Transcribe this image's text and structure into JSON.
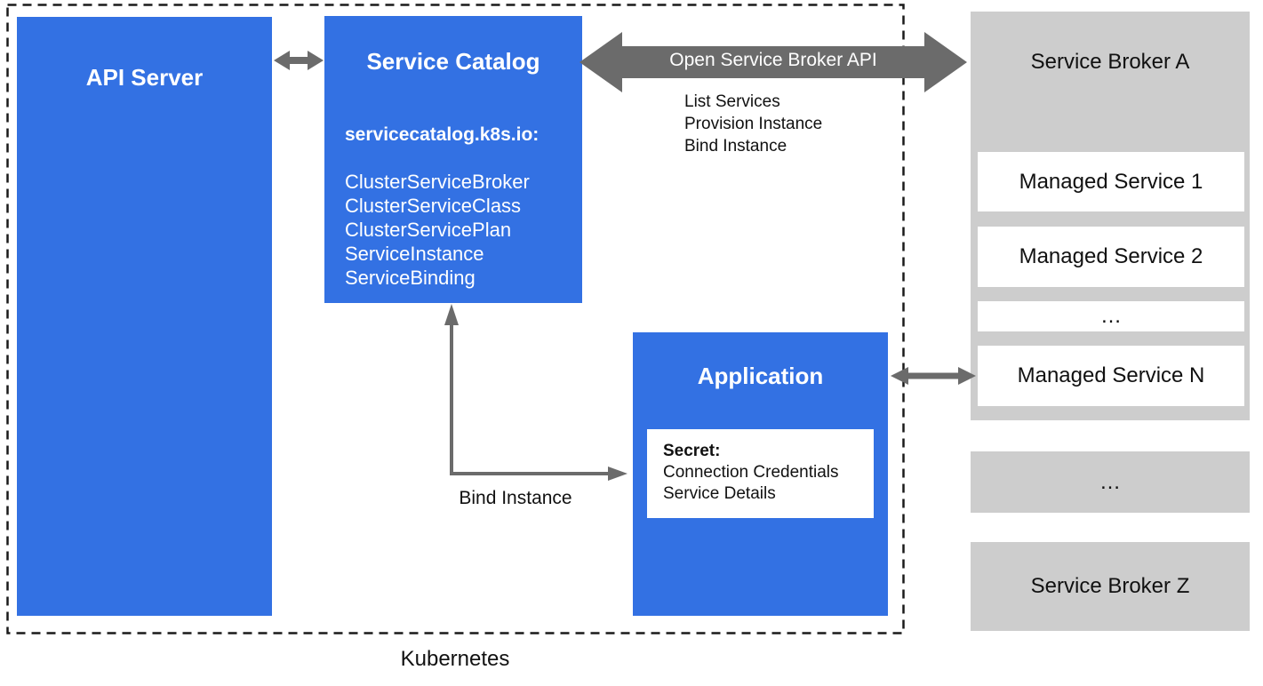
{
  "colors": {
    "blue": "#3371E3",
    "gray_box": "#CDCDCD",
    "arrow": "#6B6B6B",
    "text": "#111111"
  },
  "kubernetes_boundary": {
    "label": "Kubernetes"
  },
  "api_server": {
    "title": "API Server"
  },
  "service_catalog": {
    "title": "Service Catalog",
    "api_group": "servicecatalog.k8s.io:",
    "resources": [
      "ClusterServiceBroker",
      "ClusterServiceClass",
      "ClusterServicePlan",
      "ServiceInstance",
      "ServiceBinding"
    ]
  },
  "osb_arrow": {
    "label": "Open Service Broker API",
    "operations": [
      "List Services",
      "Provision Instance",
      "Bind Instance"
    ]
  },
  "application": {
    "title": "Application",
    "secret": {
      "title": "Secret:",
      "lines": [
        "Connection Credentials",
        "Service Details"
      ]
    }
  },
  "bind_arrow": {
    "label": "Bind Instance"
  },
  "service_broker_a": {
    "title": "Service Broker A",
    "managed_services": [
      "Managed Service 1",
      "Managed Service 2",
      "…",
      "Managed Service N"
    ]
  },
  "more_brokers": {
    "label": "…"
  },
  "service_broker_z": {
    "title": "Service Broker Z"
  }
}
